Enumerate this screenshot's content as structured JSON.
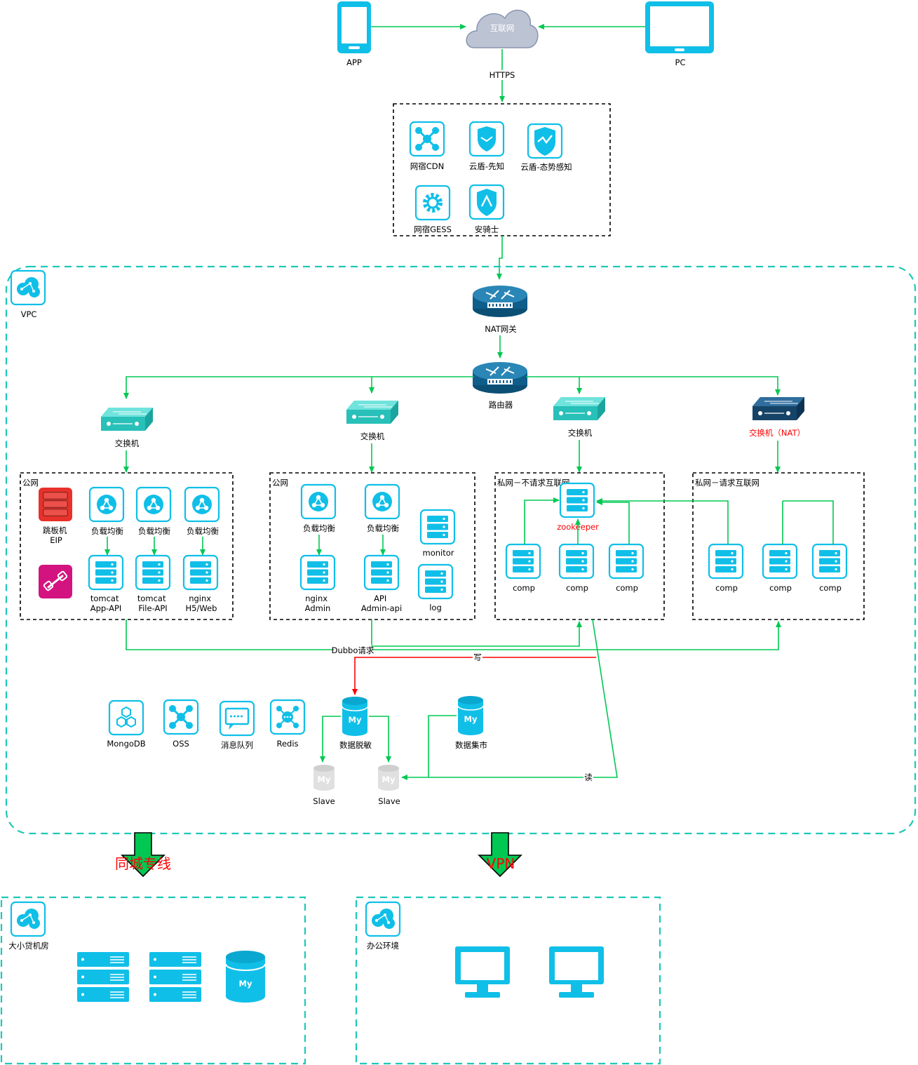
{
  "colors": {
    "accent": "#10bfe8",
    "line_green": "#00c853",
    "line_red": "#ff0000",
    "vpc_border": "#1ec8b8",
    "switch_teal": "#3fd0c8",
    "switch_nat": "#1a4f7a",
    "router": "#0e5d8a",
    "eip_red": "#e8312a",
    "link_magenta": "#d3137f",
    "arrow_green": "#00c853"
  },
  "clients": {
    "app": "APP",
    "pc": "PC",
    "internet": "互联网",
    "https": "HTTPS"
  },
  "security": {
    "items": [
      "网宿CDN",
      "云盾-先知",
      "云盾-态势感知",
      "网宿GESS",
      "安骑士"
    ]
  },
  "vpc": {
    "label": "VPC",
    "nat_gateway": "NAT网关",
    "router": "路由器",
    "switches": [
      "交换机",
      "交换机",
      "交换机",
      "交换机（NAT）"
    ]
  },
  "zones": {
    "public1": {
      "title": "公网",
      "eip": "跳板机\nEIP",
      "lb": [
        "负载均衡",
        "负载均衡",
        "负载均衡"
      ],
      "servers": [
        "tomcat\nApp-API",
        "tomcat\nFile-API",
        "nginx\nH5/Web"
      ]
    },
    "public2": {
      "title": "公网",
      "lb": [
        "负载均衡",
        "负载均衡"
      ],
      "servers": [
        "nginx\nAdmin",
        "API\nAdmin-api"
      ],
      "monitor": "monitor",
      "log": "log"
    },
    "private1": {
      "title": "私网－不请求互联网",
      "zookeeper": "zookeeper",
      "comps": [
        "comp",
        "comp",
        "comp"
      ]
    },
    "private2": {
      "title": "私网－请求互联网",
      "comps": [
        "comp",
        "comp",
        "comp"
      ]
    }
  },
  "links": {
    "dubbo": "Dubbo请求",
    "write": "写",
    "read": "读"
  },
  "services": {
    "items": [
      "MongoDB",
      "OSS",
      "消息队列",
      "Redis"
    ]
  },
  "databases": {
    "mask": "数据脱敏",
    "mart": "数据集市",
    "slaves": [
      "Slave",
      "Slave"
    ],
    "mysql_icon_text": "My"
  },
  "bottom": {
    "line_left": "同城专线",
    "line_right": "VPN",
    "datacenter": "大小贷机房",
    "office": "办公环境"
  }
}
